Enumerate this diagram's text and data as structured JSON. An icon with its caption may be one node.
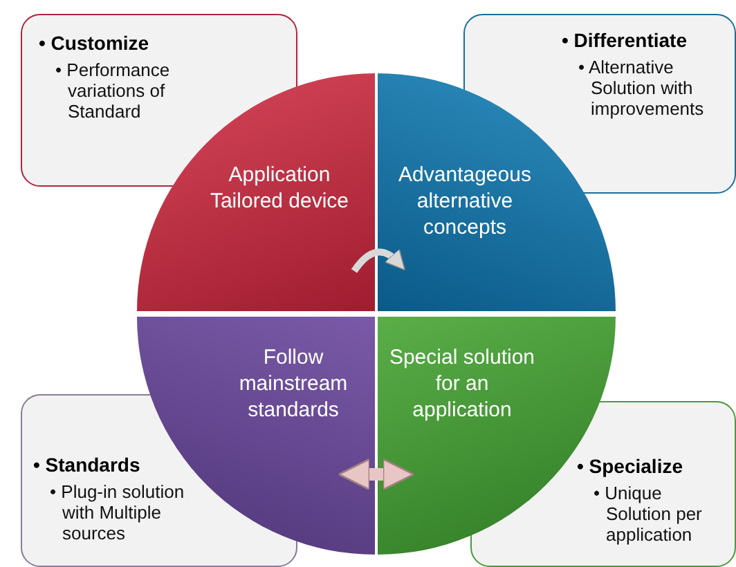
{
  "diagram": {
    "nodes": [
      {
        "text": [
          "• Customize",
          "• Performance variations of Standard"
        ]
      },
      {
        "text": [
          "• Differentiate",
          "• Alternative Solution with improvements"
        ]
      },
      {
        "text": [
          "Application Tailored device"
        ]
      },
      {
        "text": [
          "Advantageous alternative concepts"
        ]
      },
      {
        "text": [
          "Follow mainstream standards"
        ]
      },
      {
        "text": [
          "Special solution for an application"
        ]
      },
      {
        "text": [
          "• Standards",
          "• Plug-in solution with Multiple sources"
        ]
      },
      {
        "text": [
          "• Specialize",
          "• Unique Solution per application"
        ]
      }
    ],
    "edges": [
      {
        "from": 2,
        "to": 3,
        "arrow": "to"
      },
      {
        "from": 4,
        "to": 5,
        "arrow": "both",
        "style": "thick"
      }
    ]
  }
}
